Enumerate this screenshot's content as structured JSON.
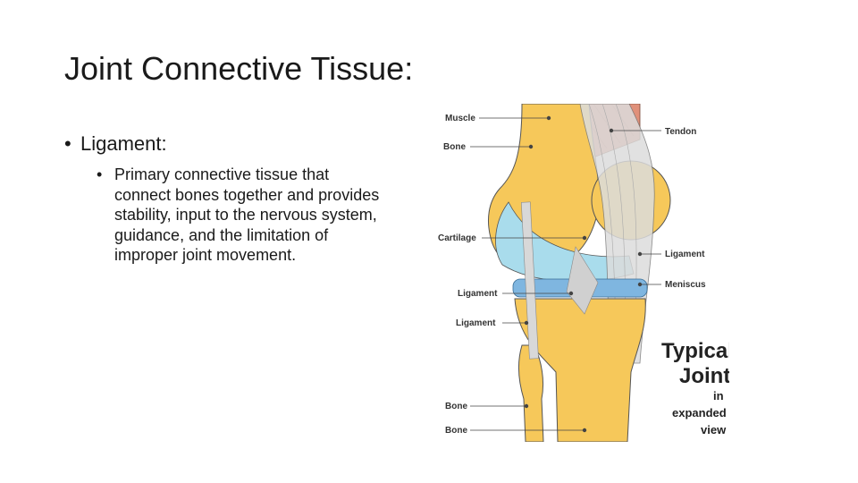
{
  "slide": {
    "title": "Joint Connective Tissue:",
    "bullet_level1": "Ligament:",
    "bullet_level2": "Primary connective tissue that connect bones together and provides stability, input to the nervous system, guidance, and the limitation of improper joint movement."
  },
  "figure": {
    "labels": {
      "muscle": "Muscle",
      "bone_top": "Bone",
      "tendon": "Tendon",
      "cartilage": "Cartilage",
      "ligament_right": "Ligament",
      "meniscus": "Meniscus",
      "ligament_left_1": "Ligament",
      "ligament_left_2": "Ligament",
      "bone_bottom_1": "Bone",
      "bone_bottom_2": "Bone"
    },
    "caption": {
      "line1": "Typical",
      "line2": "Joint",
      "line3": "in",
      "line4": "expanded",
      "line5": "view"
    },
    "colors": {
      "bone": "#f6c85a",
      "bone_outline": "#555555",
      "cartilage": "#a9dcec",
      "meniscus": "#7fb6e0",
      "muscle": "#e0907a",
      "tendon": "#dcdcdc"
    }
  }
}
